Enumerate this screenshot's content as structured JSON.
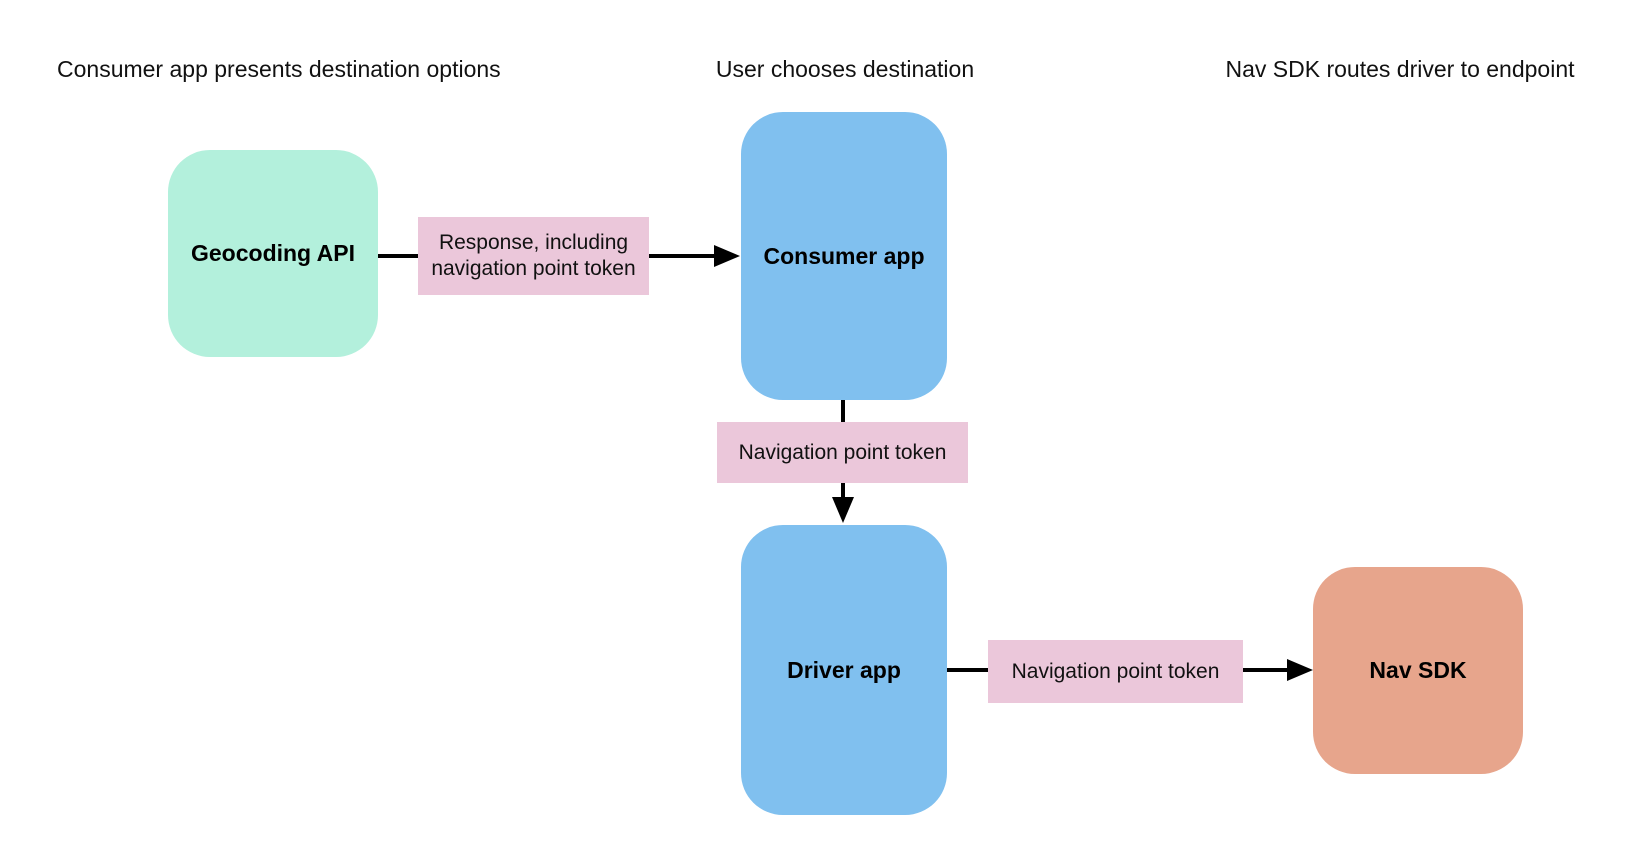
{
  "diagram": {
    "stage_labels": [
      {
        "label": "Consumer app presents destination options"
      },
      {
        "label": "User chooses destination"
      },
      {
        "label": "Nav SDK routes driver to endpoint"
      }
    ],
    "nodes": [
      {
        "id": "geocoding-api",
        "label": "Geocoding API",
        "color": "#b3f0dc"
      },
      {
        "id": "consumer-app",
        "label": "Consumer app",
        "color": "#80c0ef"
      },
      {
        "id": "driver-app",
        "label": "Driver app",
        "color": "#80c0ef"
      },
      {
        "id": "nav-sdk",
        "label": "Nav SDK",
        "color": "#e7a58c"
      }
    ],
    "edges": [
      {
        "from": "geocoding-api",
        "to": "consumer-app",
        "label": "Response, including navigation point token"
      },
      {
        "from": "consumer-app",
        "to": "driver-app",
        "label": "Navigation point token"
      },
      {
        "from": "driver-app",
        "to": "nav-sdk",
        "label": "Navigation point token"
      }
    ]
  },
  "colors": {
    "background": "#ffffff",
    "node_green": "#b3f0dc",
    "node_blue": "#80c0ef",
    "node_salmon": "#e7a58c",
    "edge_label_pink": "#ebc7da",
    "arrow": "#000000",
    "text": "#000000"
  }
}
